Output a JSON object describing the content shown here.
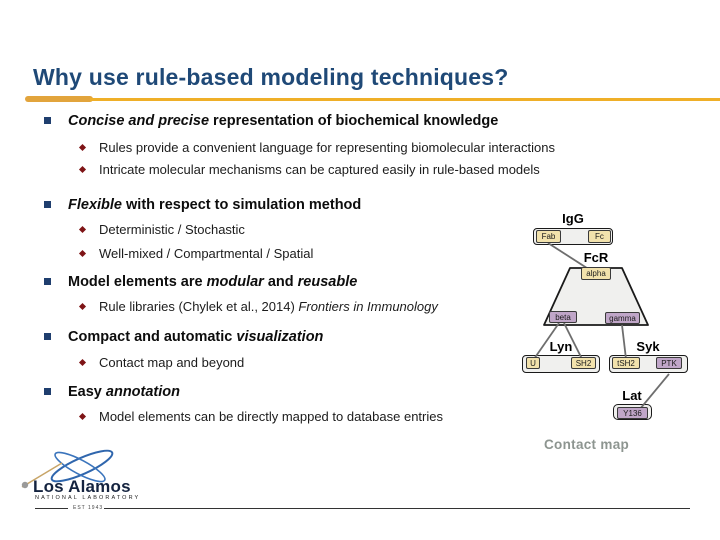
{
  "slide_title": "Why use rule-based modeling techniques?",
  "content": {
    "bullets": [
      {
        "runs": [
          {
            "text": "Concise and precise",
            "italic": true
          },
          {
            "text": " representation of biochemical knowledge",
            "italic": false
          }
        ],
        "subs": [
          {
            "runs": [
              {
                "text": "Rules provide a convenient language for representing biomolecular interactions",
                "italic": false
              }
            ]
          },
          {
            "runs": [
              {
                "text": "Intricate molecular mechanisms can be captured easily in rule-based models",
                "italic": false
              }
            ]
          }
        ]
      },
      {
        "runs": [
          {
            "text": "Flexible",
            "italic": true
          },
          {
            "text": " with respect to simulation method",
            "italic": false
          }
        ],
        "subs": [
          {
            "runs": [
              {
                "text": "Deterministic / Stochastic",
                "italic": false
              }
            ]
          },
          {
            "runs": [
              {
                "text": "Well-mixed / Compartmental / Spatial",
                "italic": false
              }
            ]
          }
        ]
      },
      {
        "runs": [
          {
            "text": "Model elements are ",
            "italic": false
          },
          {
            "text": "modular",
            "italic": true
          },
          {
            "text": " and ",
            "italic": false
          },
          {
            "text": "reusable",
            "italic": true
          }
        ],
        "subs": [
          {
            "runs": [
              {
                "text": "Rule libraries (Chylek et al., 2014) ",
                "italic": false
              },
              {
                "text": "Frontiers in Immunology",
                "italic": true
              }
            ]
          }
        ]
      },
      {
        "runs": [
          {
            "text": "Compact and automatic ",
            "italic": false
          },
          {
            "text": "visualization",
            "italic": true
          }
        ],
        "subs": [
          {
            "runs": [
              {
                "text": "Contact map and beyond",
                "italic": false
              }
            ]
          }
        ]
      },
      {
        "runs": [
          {
            "text": "Easy ",
            "italic": false
          },
          {
            "text": "annotation",
            "italic": true
          }
        ],
        "subs": [
          {
            "runs": [
              {
                "text": "Model elements can be directly mapped to database entries",
                "italic": false
              }
            ]
          }
        ]
      }
    ]
  },
  "diagram": {
    "caption": "Contact map",
    "igg": {
      "label": "IgG",
      "site1": "Fab",
      "site2": "Fc"
    },
    "fcr": {
      "label": "FcR",
      "site1": "alpha",
      "site2": "beta",
      "site3": "gamma"
    },
    "lyn": {
      "label": "Lyn",
      "site1": "U",
      "site2": "SH2"
    },
    "syk": {
      "label": "Syk",
      "site1": "tSH2",
      "site2": "PTK"
    },
    "lat": {
      "label": "Lat",
      "site1": "Y136"
    },
    "bonds": [
      "IgG.Fab - FcR.alpha",
      "FcR.beta - Lyn.U",
      "FcR.beta - Lyn.SH2",
      "FcR.gamma - Syk.tSH2",
      "Syk.PTK - Lat.Y136"
    ]
  },
  "footer": {
    "logo_name": "Los Alamos",
    "logo_subtitle": "NATIONAL LABORATORY",
    "logo_est": "EST 1943"
  },
  "colors": {
    "title_navy": "#1F4977",
    "accent_gold": "#EFAF28",
    "bullet_navy": "#1F3E6E",
    "sub_marker_maroon": "#7E1416",
    "molecule_fill": "#F0F0EE",
    "site_tan": "#F2E2AC",
    "site_purple": "#C0A6C8",
    "caption_gray": "#8D9590",
    "bond_line_gray": "#6E6E6E",
    "logo_blue": "#2F66AD"
  }
}
